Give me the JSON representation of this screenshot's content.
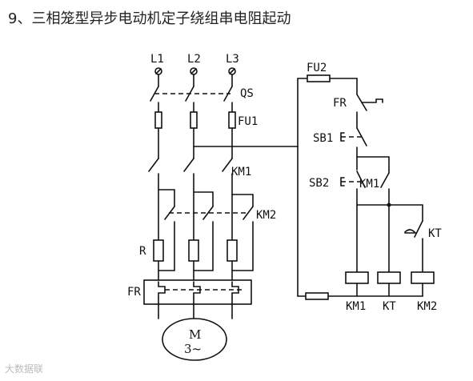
{
  "title": "9、三相笼型异步电动机定子绕组串电阻起动",
  "labels": {
    "L1": "L1",
    "L2": "L2",
    "L3": "L3",
    "QS": "QS",
    "FU1": "FU1",
    "FU2": "FU2",
    "FR_ctrl": "FR",
    "SB1": "SB1",
    "SB2": "SB2",
    "KM1_main": "KM1",
    "KM1_aux": "KM1",
    "KM2_main": "KM2",
    "KT_contact": "KT",
    "R": "R",
    "FR_main": "FR",
    "M": "M",
    "M_sub": "3~",
    "coil_KM1": "KM1",
    "coil_KT": "KT",
    "coil_KM2": "KM2"
  },
  "watermark": "大数据联"
}
